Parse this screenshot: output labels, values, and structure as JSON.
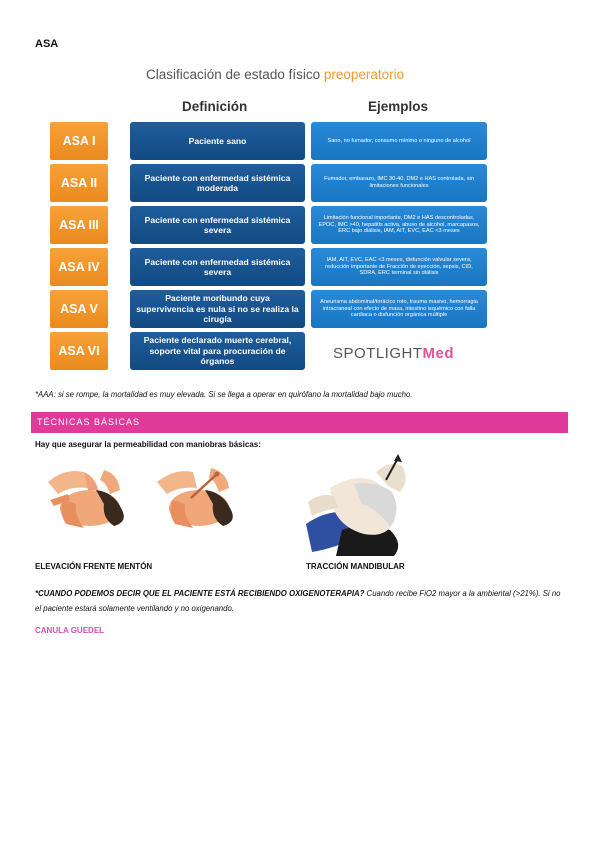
{
  "asa_heading": "ASA",
  "figure": {
    "title_main": "Clasificación de estado físico ",
    "title_accent": "preoperatorio",
    "col_definition": "Definición",
    "col_examples": "Ejemplos",
    "rows": [
      {
        "class": "ASA I",
        "definition": "Paciente sano",
        "examples": "Sano, no fumador, consumo mínimo o ninguno de alcohol"
      },
      {
        "class": "ASA II",
        "definition": "Paciente con enfermedad sistémica moderada",
        "examples": "Fumador, embarazo, IMC 30-40, DM2 e HAS controlada, sin limitaciones funcionales"
      },
      {
        "class": "ASA III",
        "definition": "Paciente con enfermedad sistémica severa",
        "examples": "Limitación funcional importante, DM2 e HAS descontroladas, EPOC, IMC >40, hepatitis activa, abuso de alcohol, marcapasos, ERC bajo diálisis, IAM, AIT, EVC, EAC <3 meses"
      },
      {
        "class": "ASA IV",
        "definition": "Paciente con enfermedad sistémica severa",
        "examples": "IAM, AIT, EVC, EAC <3 meses, disfunción valvular severa, reducción importante de Fracción de eyección, sepsis, CID, SDRA, ERC terminal sin diálisis"
      },
      {
        "class": "ASA V",
        "definition": "Paciente moribundo cuya supervivencia es nula si no se realiza la cirugía",
        "examples": "Aneurisma abdominal/torácico roto, trauma masivo, hemorragia intracraneal con efecto de masa, intestino isquémico con falla cardiaca o disfunción orgánica múltiple"
      },
      {
        "class": "ASA VI",
        "definition": "Paciente declarado muerte cerebral, soporte vital para procuración de órganos",
        "examples": ""
      }
    ],
    "logo_main": "SPOTLIGHT",
    "logo_accent": "Med"
  },
  "note": "*AAA: si se rompe, la mortalidad es muy elevada. Si se llega a operar en quirófano la mortalidad bajo mucho.",
  "section_title": "TÉCNICAS BÁSICAS",
  "intro": "Hay que asegurar la permeabilidad con maniobras básicas:",
  "caption_left": "ELEVACIÓN FRENTE MENTÓN",
  "caption_right": "TRACCIÓN MANDIBULAR",
  "question_bold": "*CUANDO PODEMOS DECIR QUE EL PACIENTE ESTÁ RECIBIENDO OXIGENOTERAPIA?",
  "question_rest": " Cuando recibe FiO2 mayor a la ambiental (>21%). Si no el paciente estará solamente ventilando y no oxigenando.",
  "guedel": "CANULA GUEDEL"
}
